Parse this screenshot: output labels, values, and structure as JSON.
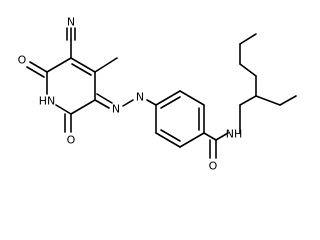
{
  "molecule": {
    "atoms": {
      "cyano_n": "N",
      "pyridone_o_top": "O",
      "pyridone_nh": "HN",
      "pyridone_o_bottom": "O",
      "azo_n1": "N",
      "azo_n2": "N",
      "amide_o": "O",
      "amide_nh": "NH"
    }
  }
}
